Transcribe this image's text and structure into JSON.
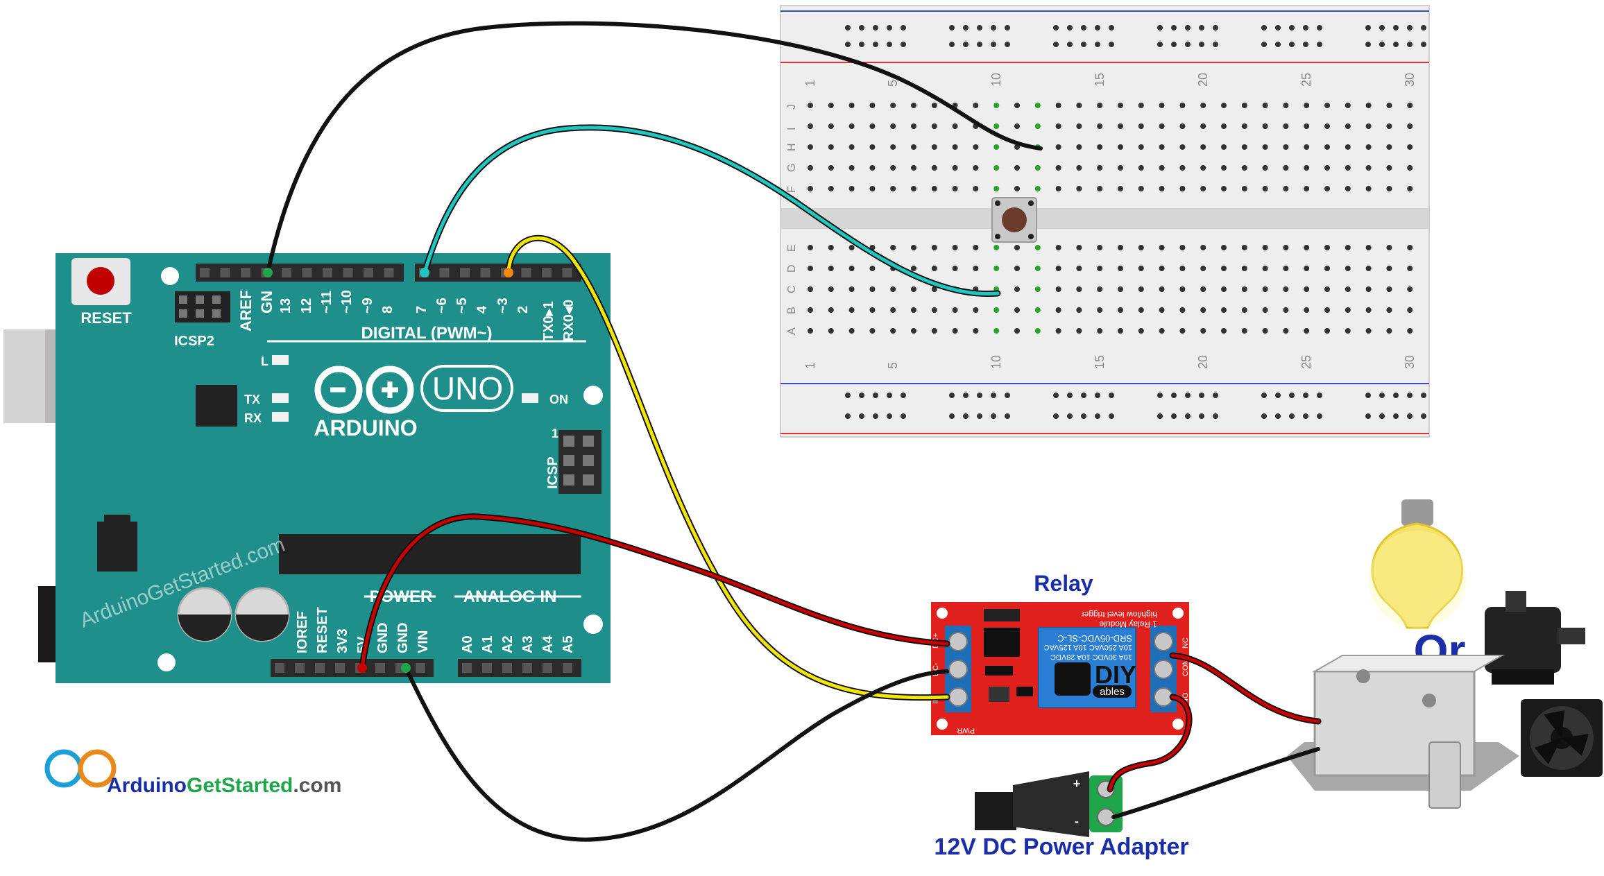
{
  "board": {
    "reset": "RESET",
    "icsp2": "ICSP2",
    "aref": "AREF",
    "gnd": "GN",
    "digital_pins": [
      "13",
      "12",
      "~11",
      "~10",
      "~9",
      "8",
      "7",
      "~6",
      "~5",
      "4",
      "~3",
      "2",
      "TX0▸1",
      "RX0◂0"
    ],
    "digital": "DIGITAL (PWM~)",
    "l": "L",
    "tx": "TX",
    "rx": "RX",
    "on": "ON",
    "uno": "UNO",
    "brand": "ARDUINO",
    "icsp": "ICSP",
    "icsp_one": "1",
    "power": "POWER",
    "analog": "ANALOG IN",
    "power_pins": [
      "IOREF",
      "RESET",
      "3V3",
      "5V",
      "GND",
      "GND",
      "VIN"
    ],
    "analog_pins": [
      "A0",
      "A1",
      "A2",
      "A3",
      "A4",
      "A5"
    ],
    "watermark": "ArduinoGetStarted.com"
  },
  "breadboard": {
    "top_numbers": [
      "1",
      "5",
      "10",
      "15",
      "20",
      "25",
      "30"
    ],
    "rows_top": [
      "J",
      "I",
      "H",
      "G",
      "F"
    ],
    "rows_bottom": [
      "E",
      "D",
      "C",
      "B",
      "A"
    ]
  },
  "relay": {
    "title": "Relay",
    "module_text": "1 Relay Module",
    "trigger_text": "high/low level trigger",
    "part": "SRD-05VDC-SL-C",
    "rating1": "10A 250VAC 10A 125VAC",
    "rating2": "10A 30VDC 10A 28VDC",
    "brand": "DIY",
    "brand2": "ables",
    "pwr": "PWR",
    "in_pins": [
      "DC+",
      "DC-",
      "IN"
    ],
    "out_pins": [
      "NO",
      "COM",
      "NC"
    ]
  },
  "adapter": {
    "title": "12V DC Power Adapter",
    "plus": "+",
    "minus": "-"
  },
  "or_label": "Or",
  "logo": {
    "part1": "Arduino",
    "part2": "GetStarted",
    "part3": ".com"
  },
  "colors": {
    "board": "#1e8f8b",
    "board_dark": "#17706c",
    "wire_black": "#111111",
    "wire_cyan": "#1fc7c0",
    "wire_yellow": "#f2e50c",
    "wire_red": "#c70000",
    "relay_red": "#e0201c",
    "label_blue": "#1a2ea8"
  }
}
